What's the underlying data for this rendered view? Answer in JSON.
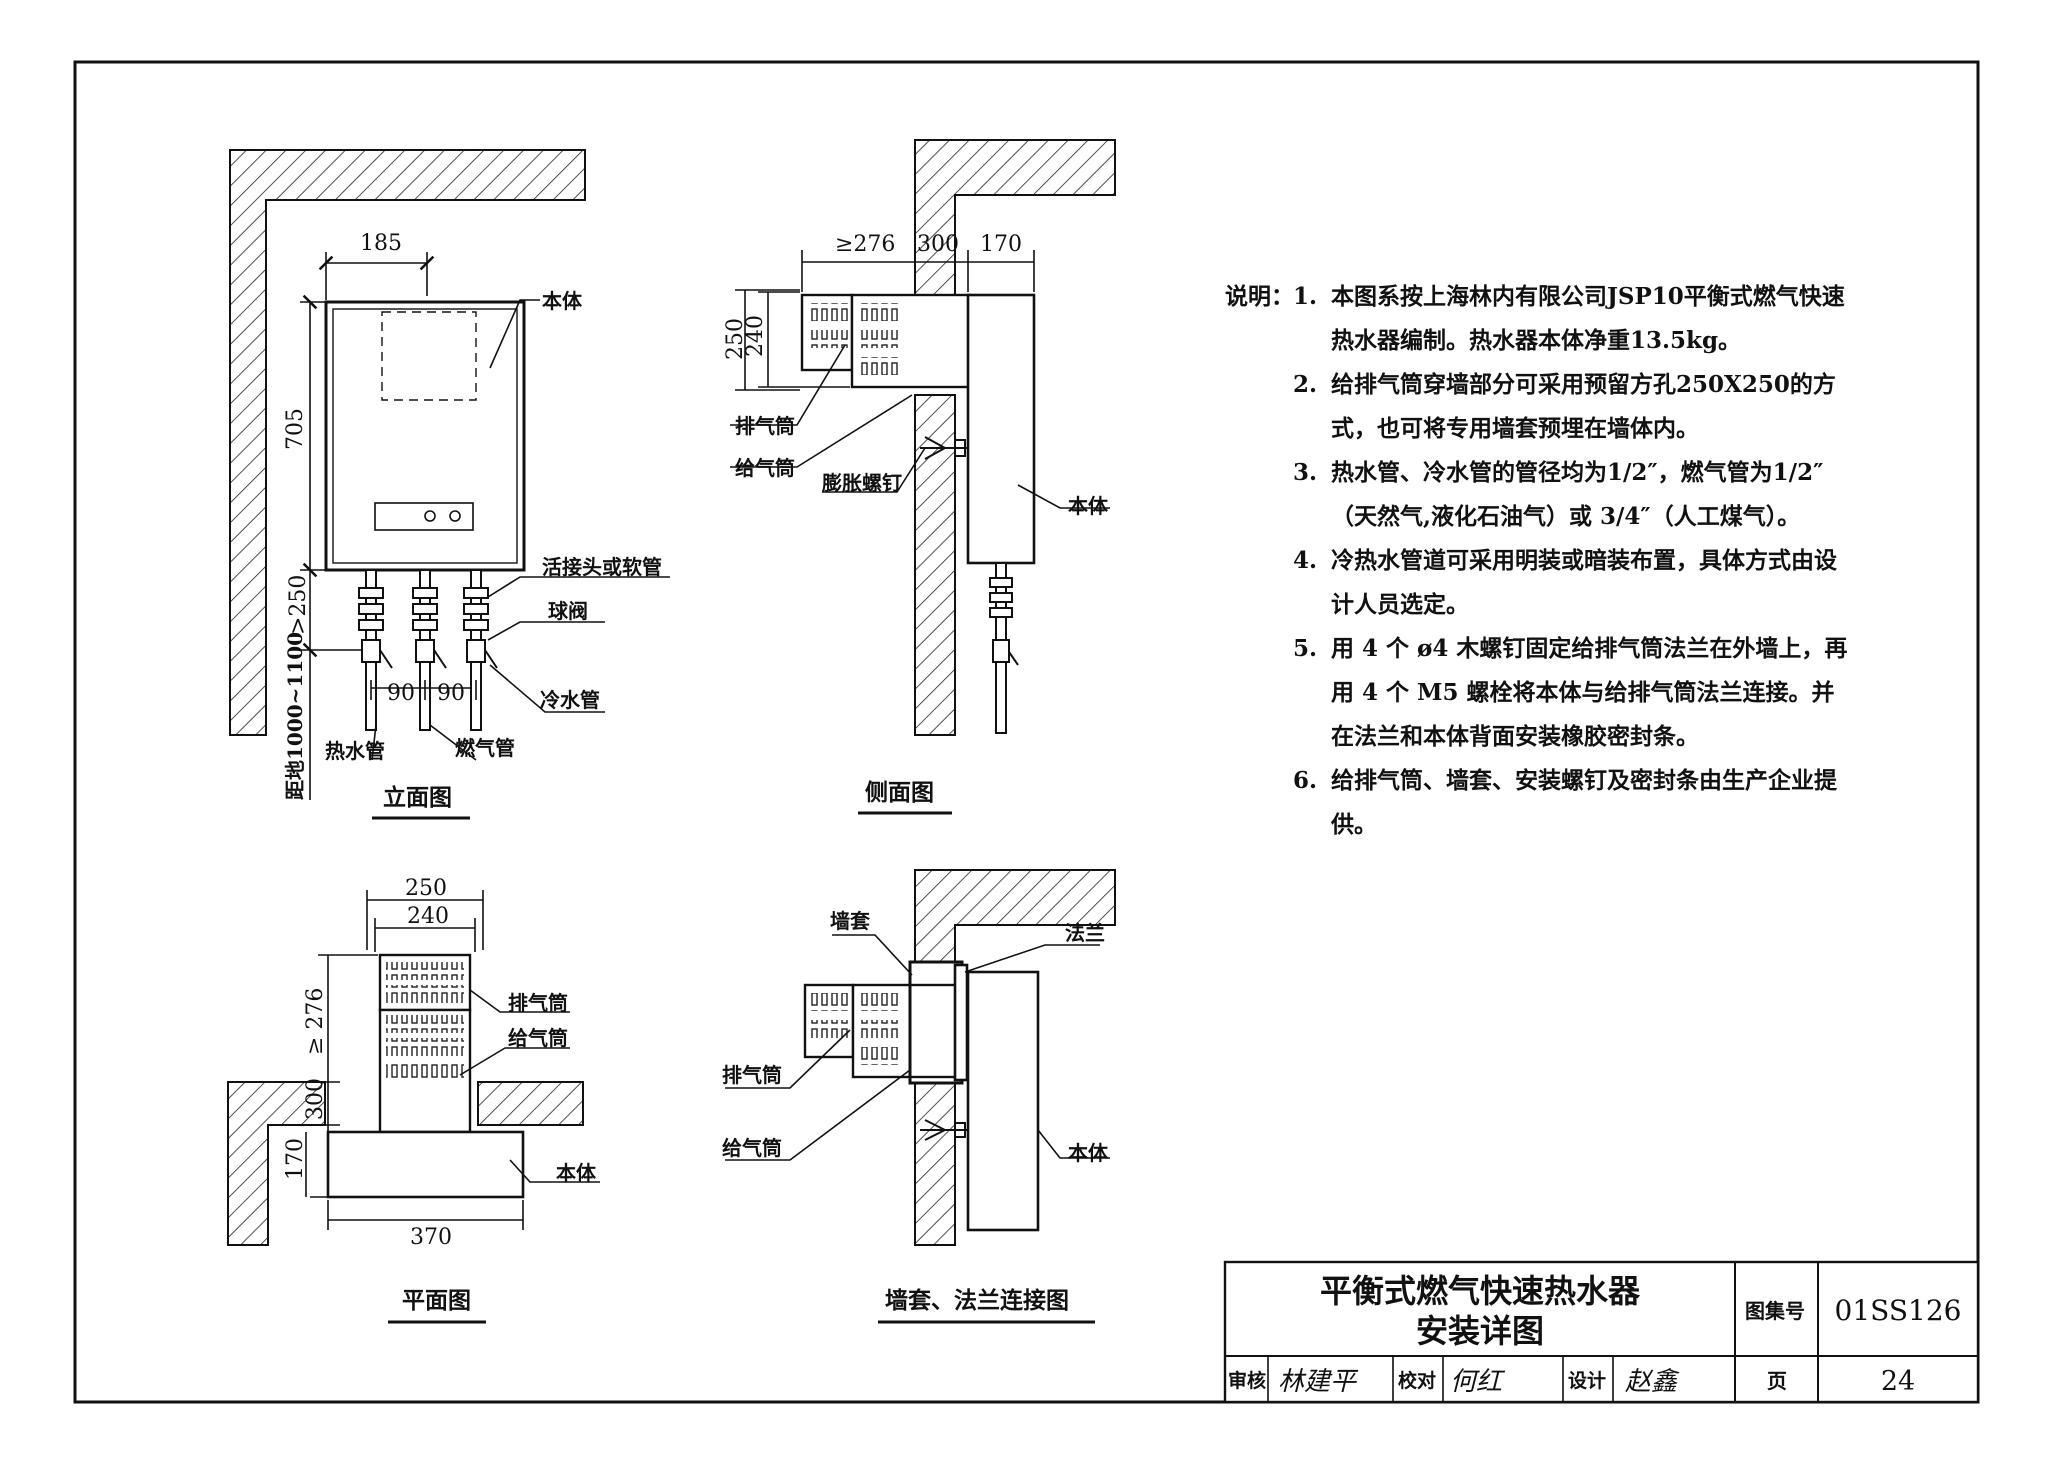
{
  "elevation_view": {
    "title": "立面图",
    "dim_width": "185",
    "dim_height": "705",
    "dim_below": ">250",
    "dim_floor": "距地1000~1100",
    "dim_spacing_1": "90",
    "dim_spacing_2": "90",
    "label_body": "本体",
    "label_union": "活接头或软管",
    "label_valve": "球阀",
    "label_cold_pipe": "冷水管",
    "label_hot_pipe": "热水管",
    "label_gas_pipe": "燃气管"
  },
  "side_view": {
    "title": "侧面图",
    "dim_a": "≥276",
    "dim_b": "300",
    "dim_c": "170",
    "dim_d": "250",
    "dim_e": "240",
    "label_exhaust": "排气筒",
    "label_supply": "给气筒",
    "label_bolt": "膨胀螺钉",
    "label_body": "本体"
  },
  "plan_view": {
    "title": "平面图",
    "dim_top_outer": "250",
    "dim_top_inner": "240",
    "dim_left_a": "≥ 276",
    "dim_left_b": "300",
    "dim_left_c": "170",
    "dim_bottom": "370",
    "label_exhaust": "排气筒",
    "label_supply": "给气筒",
    "label_body": "本体"
  },
  "sleeve_view": {
    "title": "墙套、法兰连接图",
    "label_sleeve": "墙套",
    "label_flange": "法兰",
    "label_exhaust": "排气筒",
    "label_supply": "给气筒",
    "label_body": "本体"
  },
  "notes": {
    "heading": "说明：",
    "items": [
      {
        "num": "1.",
        "text": "本图系按上海林内有限公司JSP10平衡式燃气快速热水器编制。热水器本体净重13.5kg。"
      },
      {
        "num": "2.",
        "text": "给排气筒穿墙部分可采用预留方孔250X250的方式，也可将专用墙套预埋在墙体内。"
      },
      {
        "num": "3.",
        "text": "热水管、冷水管的管径均为1/2″，燃气管为1/2″（天然气,液化石油气）或 3/4″（人工煤气）。"
      },
      {
        "num": "4.",
        "text": "冷热水管道可采用明装或暗装布置，具体方式由设计人员选定。"
      },
      {
        "num": "5.",
        "text": "用 4 个 ø4 木螺钉固定给排气筒法兰在外墙上，再用 4 个 M5 螺栓将本体与给排气筒法兰连接。并在法兰和本体背面安装橡胶密封条。"
      },
      {
        "num": "6.",
        "text": "给排气筒、墙套、安装螺钉及密封条由生产企业提供。"
      }
    ]
  },
  "title_block": {
    "title_line1": "平衡式燃气快速热水器",
    "title_line2": "安装详图",
    "atlas_label": "图集号",
    "atlas_no": "01SS126",
    "review_label": "审核",
    "review_sign": "林建平",
    "check_label": "校对",
    "check_sign": "何红",
    "design_label": "设计",
    "design_sign": "赵鑫",
    "page_label": "页",
    "page_no": "24"
  }
}
